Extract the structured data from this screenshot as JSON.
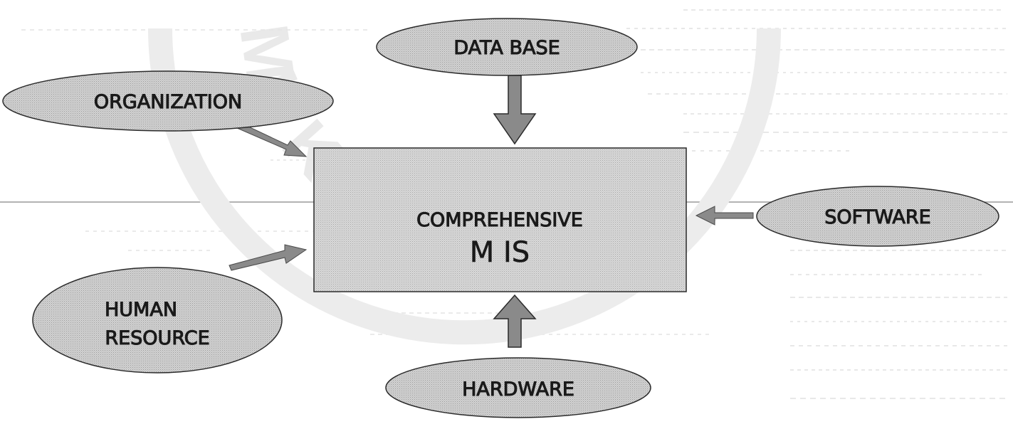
{
  "diagram": {
    "center": {
      "line1": "COMPREHENSIVE",
      "line2": "M IS"
    },
    "nodes": {
      "database": "DATA BASE",
      "organization": "ORGANIZATION",
      "software": "SOFTWARE",
      "human_resource": {
        "line1": "HUMAN",
        "line2": "RESOURCE"
      },
      "hardware": "HARDWARE"
    }
  },
  "watermark": {
    "text": "MU KEPOLISIA"
  },
  "colors": {
    "node_fill": "#c9c9c9",
    "box_fill": "#c4c4c4",
    "arrow_fill": "#8c8c8c",
    "outline": "#2a2a2a",
    "watermark": "#e8e8e8"
  }
}
